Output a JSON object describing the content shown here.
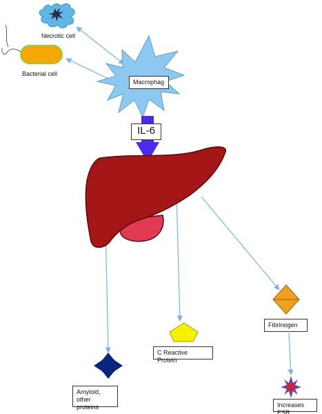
{
  "labels": {
    "necrotic_cell": "Necrotic cell",
    "bacterial_cell": "Bacterial cell",
    "macrophage": "Macrophag",
    "il6": "IL-6",
    "fibrinogen": "Fibrinogen",
    "c_reactive_protein": "C Reactive Protein",
    "amyloid": "Amyloid, other proteins",
    "increases_esr": "Increases ESR"
  },
  "colors": {
    "arrow": "#7bb3e0",
    "macrophage_fill": "#8cc8f0",
    "bacterial_fill": "#f5a800",
    "bacterial_outline": "#8bd13c",
    "il6_arrow": "#4a2cf0",
    "liver_fill": "#a51616",
    "gallbladder_fill": "#e03a55",
    "fibrinogen_fill": "#f0a020",
    "crp_fill": "#f5f200",
    "amyloid_fill": "#0a2580",
    "esr_star": "#7b3c9c",
    "esr_center": "#e02020"
  }
}
